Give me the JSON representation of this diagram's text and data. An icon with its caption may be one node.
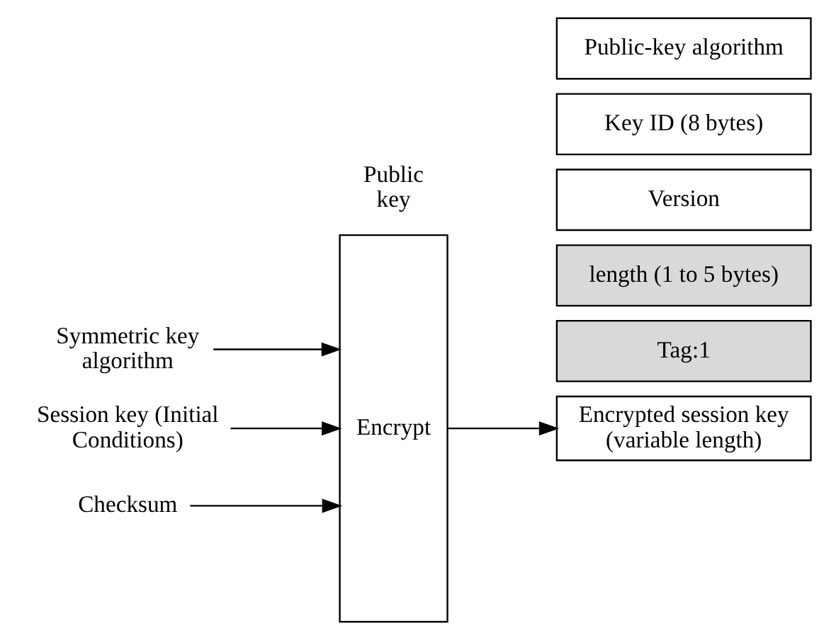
{
  "diagram": {
    "nodes": [
      {
        "text": [
          "Tag:1"
        ]
      },
      {
        "text": [
          "length (1 to 5 bytes)"
        ]
      },
      {
        "text": [
          "Version"
        ]
      },
      {
        "text": [
          "Symmetric key algorithm"
        ]
      },
      {
        "text": [
          "Encrypt"
        ]
      },
      {
        "text": [
          "Key ID (8 bytes)"
        ]
      },
      {
        "text": [
          "Public-key algorithm"
        ]
      },
      {
        "text": [
          "Session key (Initial Conditions)"
        ]
      },
      {
        "text": [
          "Encrypted session key (variable length)"
        ]
      },
      {
        "text": [
          "Checksum"
        ]
      }
    ],
    "edges": [
      {
        "from": 3,
        "to": 4,
        "arrow": "to"
      },
      {
        "from": 7,
        "to": 4,
        "arrow": "to"
      },
      {
        "from": 9,
        "to": 4,
        "arrow": "to"
      },
      {
        "from": 4,
        "to": 8,
        "arrow": "to"
      }
    ],
    "labels": [
      "Public key"
    ]
  }
}
